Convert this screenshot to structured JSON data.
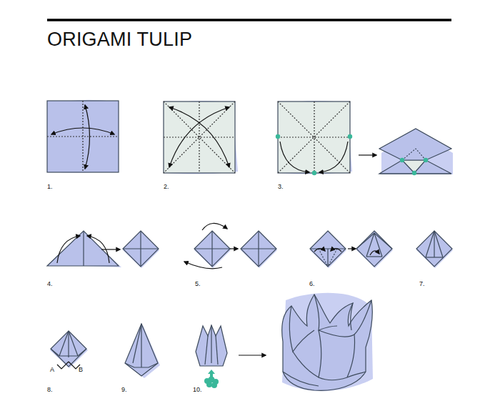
{
  "diagram": {
    "title": "ORIGAMI TULIP",
    "labels": [
      "1.",
      "2.",
      "3.",
      "4.",
      "5.",
      "6.",
      "7.",
      "A",
      "B",
      "8.",
      "9.",
      "10."
    ]
  }
}
